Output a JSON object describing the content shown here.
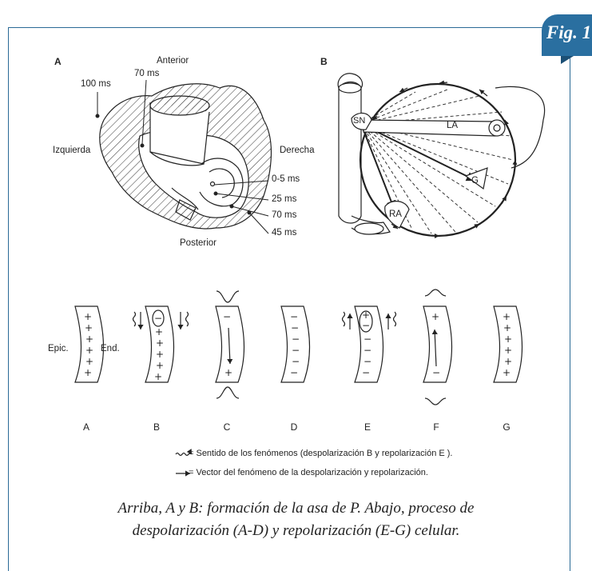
{
  "figure_badge": "Fig. 1",
  "panel_a": {
    "letter": "A",
    "anterior": "Anterior",
    "posterior": "Posterior",
    "left": "Izquierda",
    "right": "Derecha",
    "times": {
      "t100": "100 ms",
      "t70_top": "70 ms",
      "t05": "0-5 ms",
      "t25": "25 ms",
      "t70": "70 ms",
      "t45": "45 ms"
    }
  },
  "panel_b": {
    "letter": "B",
    "sn": "SN",
    "la": "LA",
    "g": "G",
    "ra": "RA"
  },
  "strips": {
    "epic_label": "Epic.",
    "end_label": "End.",
    "letters": [
      "A",
      "B",
      "C",
      "D",
      "E",
      "F",
      "G"
    ]
  },
  "legend": {
    "wavy": "= Sentido de los fenómenos (despolarización B y repolarización E ).",
    "straight": "= Vector del fenómeno de la despolarización y repolarización."
  },
  "caption": {
    "line1": "Arriba, A y B: formación de la asa de P. Abajo, proceso de",
    "line2": "despolarización (A-D) y repolarización (E-G) celular."
  }
}
